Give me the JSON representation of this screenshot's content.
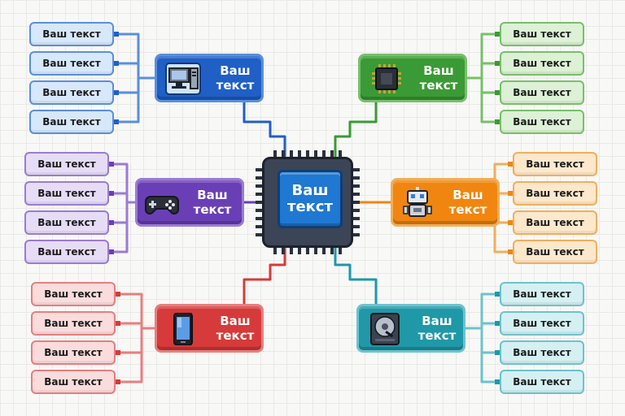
{
  "center": {
    "line1": "Ваш",
    "line2": "текст"
  },
  "groups": [
    {
      "id": "computer",
      "color": "#1f5fc6",
      "light": "#d8e8fb",
      "border": "#5a8fdc",
      "icon": "desktop-computer-icon",
      "label": "Ваш текст",
      "leaves": [
        "Ваш текст",
        "Ваш текст",
        "Ваш текст",
        "Ваш текст"
      ]
    },
    {
      "id": "gamepad",
      "color": "#6a3fb5",
      "light": "#e6dcf6",
      "border": "#9b7bd3",
      "icon": "gamepad-icon",
      "label": "Ваш текст",
      "leaves": [
        "Ваш текст",
        "Ваш текст",
        "Ваш текст",
        "Ваш текст"
      ]
    },
    {
      "id": "phone",
      "color": "#d63a3a",
      "light": "#fadcdc",
      "border": "#e57f7f",
      "icon": "smartphone-icon",
      "label": "Ваш текст",
      "leaves": [
        "Ваш текст",
        "Ваш текст",
        "Ваш текст",
        "Ваш текст"
      ]
    },
    {
      "id": "processor",
      "color": "#3a9a35",
      "light": "#dcf1d6",
      "border": "#78c06a",
      "icon": "processor-chip-icon",
      "label": "Ваш текст",
      "leaves": [
        "Ваш текст",
        "Ваш текст",
        "Ваш текст",
        "Ваш текст"
      ]
    },
    {
      "id": "robot",
      "color": "#f0860f",
      "light": "#fde8cc",
      "border": "#f2ae5c",
      "icon": "robot-icon",
      "label": "Ваш текст",
      "leaves": [
        "Ваш текст",
        "Ваш текст",
        "Ваш текст",
        "Ваш текст"
      ]
    },
    {
      "id": "harddrive",
      "color": "#1f98a8",
      "light": "#d5f0f2",
      "border": "#6cc3cd",
      "icon": "hard-drive-icon",
      "label": "Ваш текст",
      "leaves": [
        "Ваш текст",
        "Ваш текст",
        "Ваш текст",
        "Ваш текст"
      ]
    }
  ]
}
